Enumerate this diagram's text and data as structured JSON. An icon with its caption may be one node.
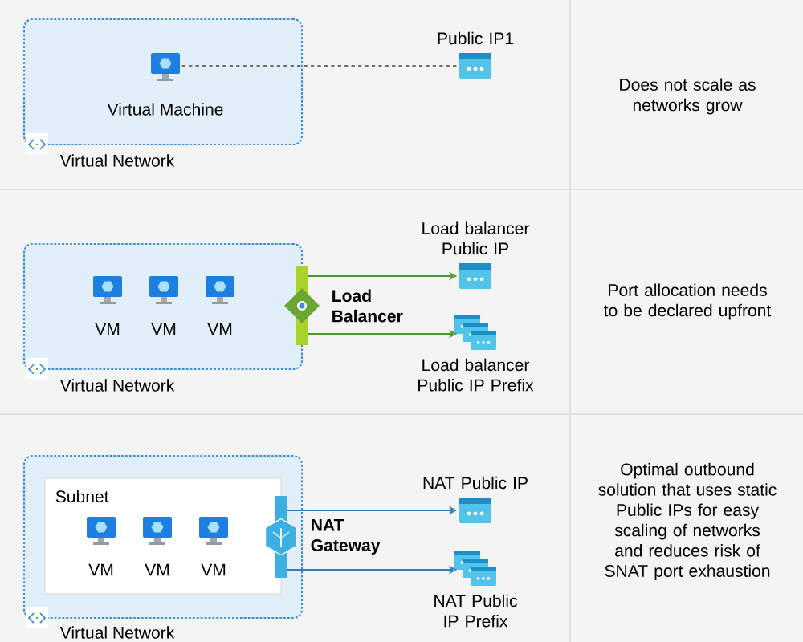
{
  "diagram": {
    "nodes": [
      {
        "text": [
          "Virtual Network"
        ]
      },
      {
        "text": [
          "Virtual Machine"
        ],
        "in": 0
      },
      {
        "text": [
          "Public IP1"
        ]
      },
      {
        "text": [
          "Virtual Network"
        ]
      },
      {
        "text": [
          "VM"
        ],
        "in": 3
      },
      {
        "text": [
          "VM"
        ],
        "in": 3
      },
      {
        "text": [
          "VM"
        ],
        "in": 3
      },
      {
        "text": [
          "Load Balancer"
        ]
      },
      {
        "text": [
          "Load balancer Public IP"
        ]
      },
      {
        "text": [
          "Load balancer Public IP Prefix"
        ]
      },
      {
        "text": [
          "Virtual Network"
        ]
      },
      {
        "text": [
          "Subnet"
        ],
        "in": 10
      },
      {
        "text": [
          "VM"
        ],
        "in": 11
      },
      {
        "text": [
          "VM"
        ],
        "in": 11
      },
      {
        "text": [
          "VM"
        ],
        "in": 11
      },
      {
        "text": [
          "NAT Gateway"
        ]
      },
      {
        "text": [
          "NAT Public IP"
        ]
      },
      {
        "text": [
          "NAT Public IP Prefix"
        ]
      }
    ],
    "edges": [
      {
        "from": 1,
        "to": 2,
        "arrow": "none",
        "style": "dashed",
        "color": "#6e6e6e"
      },
      {
        "from": 7,
        "to": 8,
        "arrow": "to",
        "color": "#4c9a2a"
      },
      {
        "from": 7,
        "to": 9,
        "arrow": "to",
        "color": "#4c9a2a"
      },
      {
        "from": 15,
        "to": 16,
        "arrow": "to",
        "color": "#2f7fbf"
      },
      {
        "from": 15,
        "to": 17,
        "arrow": "to",
        "color": "#2f7fbf"
      }
    ],
    "labels": [
      "Does not scale as networks grow",
      "Port allocation needs to be declared upfront",
      "Optimal outbound solution that uses static Public IPs for easy scaling of networks and reduces risk of SNAT port exhaustion"
    ]
  }
}
